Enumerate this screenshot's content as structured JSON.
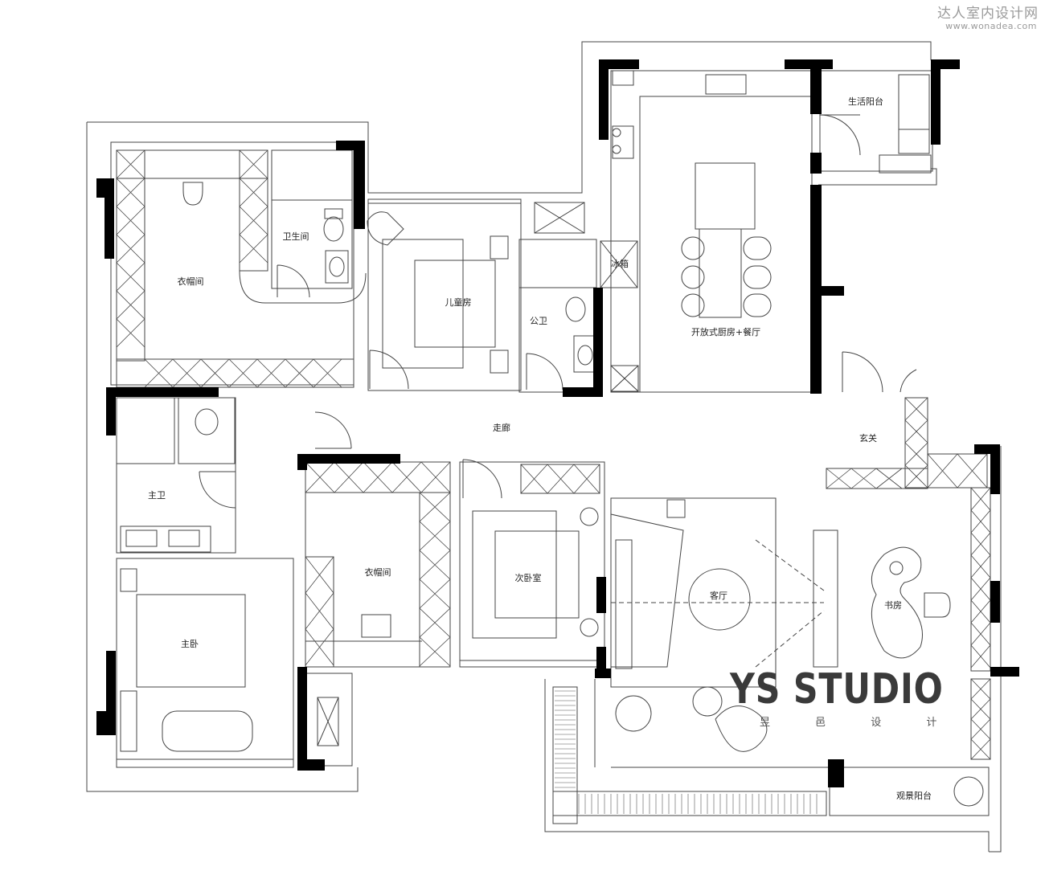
{
  "watermark": {
    "title": "达人室内设计网",
    "url": "www.wonadea.com"
  },
  "logo": {
    "main": "YS STUDIO",
    "sub": "昱 邑 设 计"
  },
  "rooms": {
    "life_balcony": "生活阳台",
    "open_kitchen_dining": "开放式厨房+餐厅",
    "fridge": "冰箱",
    "walk_in_closet_top": "衣帽间",
    "bathroom": "卫生间",
    "kids_room": "儿童房",
    "public_bath": "公卫",
    "corridor": "走廊",
    "entrance": "玄关",
    "master_bath": "主卫",
    "walk_in_closet_mid": "衣帽间",
    "second_bedroom": "次卧室",
    "living_room": "客厅",
    "study": "书房",
    "master_bedroom": "主卧",
    "view_balcony": "观景阳台"
  },
  "colors": {
    "wall": "#000000",
    "line": "#333333",
    "bg": "#ffffff",
    "logo": "#3a3a3a"
  }
}
